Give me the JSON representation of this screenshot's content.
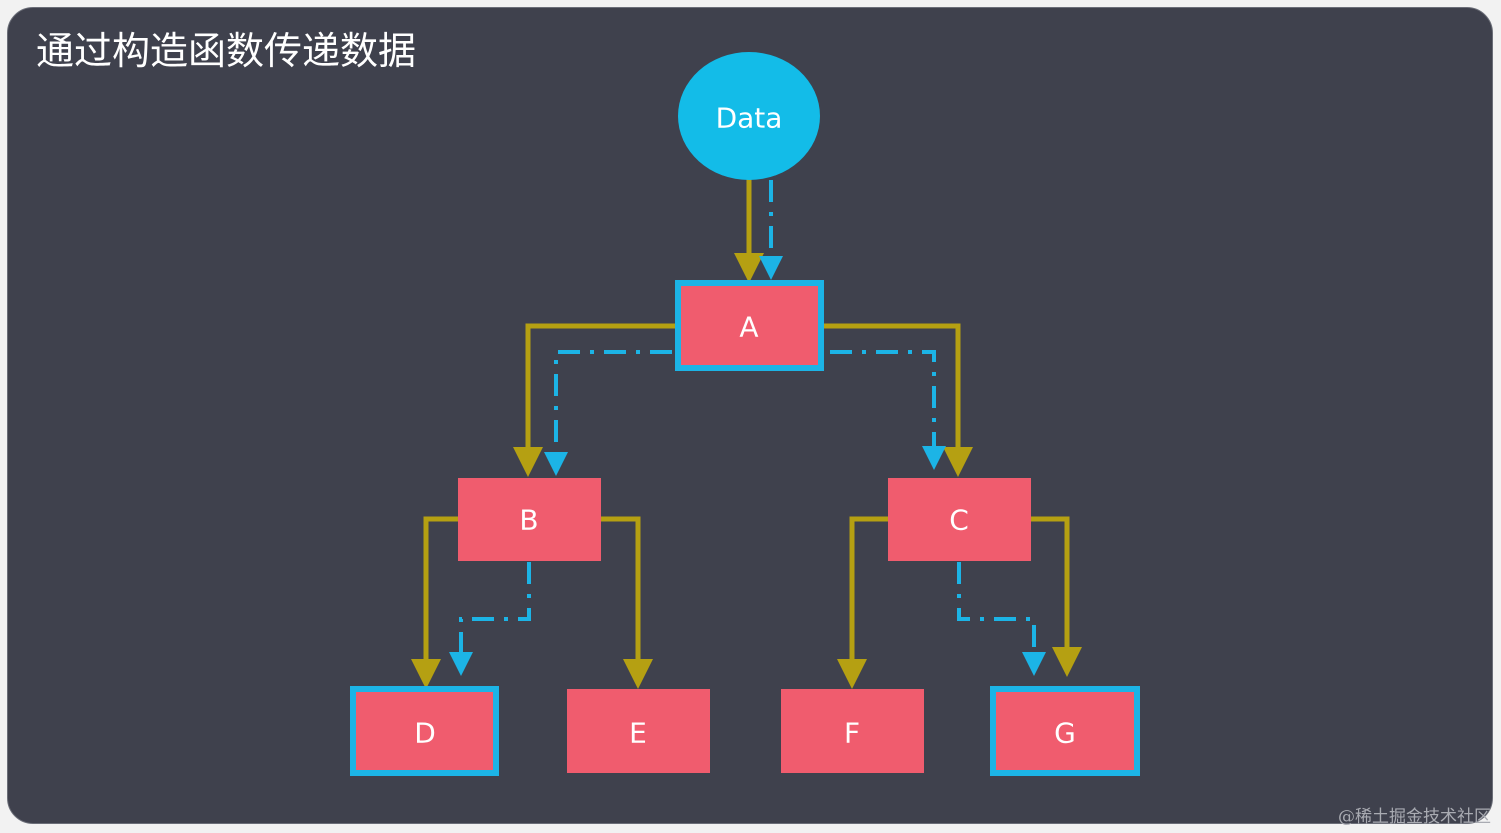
{
  "title": "通过构造函数传递数据",
  "watermark": "@稀土掘金技术社区",
  "colors": {
    "background": "#3f414d",
    "node_fill": "#f05c6e",
    "highlight_border": "#1cb4e6",
    "data_circle": "#13bce8",
    "solid_edge": "#b5a012",
    "dashed_edge": "#1cb4e6"
  },
  "nodes": {
    "data": "Data",
    "a": "A",
    "b": "B",
    "c": "C",
    "d": "D",
    "e": "E",
    "f": "F",
    "g": "G"
  }
}
